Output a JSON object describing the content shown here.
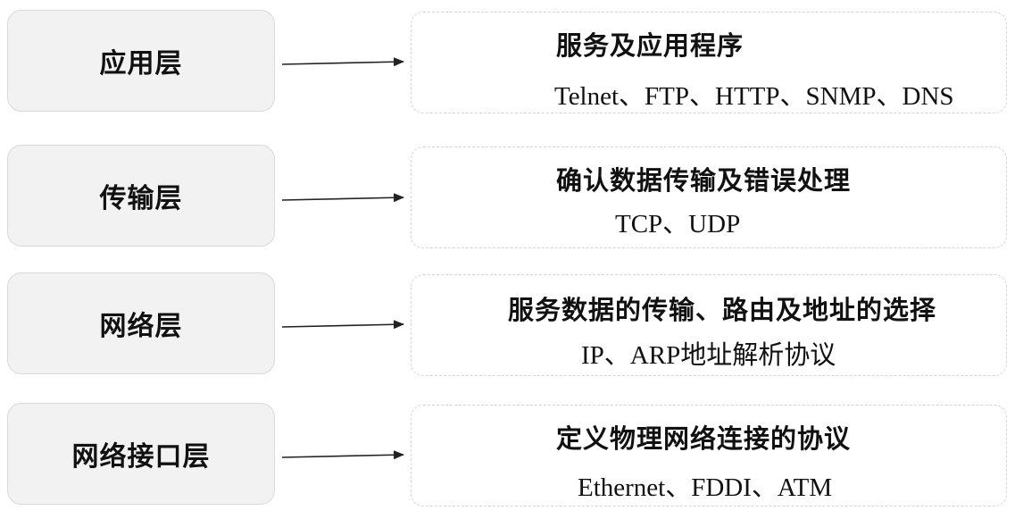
{
  "layers": [
    {
      "name": "应用层",
      "title": "服务及应用程序",
      "protocols": "Telnet、FTP、HTTP、SNMP、DNS"
    },
    {
      "name": "传输层",
      "title": "确认数据传输及错误处理",
      "protocols": "TCP、UDP"
    },
    {
      "name": "网络层",
      "title": "服务数据的传输、路由及地址的选择",
      "protocols": "IP、ARP地址解析协议"
    },
    {
      "name": "网络接口层",
      "title": "定义物理网络连接的协议",
      "protocols": "Ethernet、FDDI、ATM"
    }
  ],
  "colors": {
    "layer_fill": "#f2f2f2",
    "layer_border": "#d9d9d9",
    "detail_border": "#d4d4d4",
    "arrow": "#222222",
    "text": "#111111"
  }
}
